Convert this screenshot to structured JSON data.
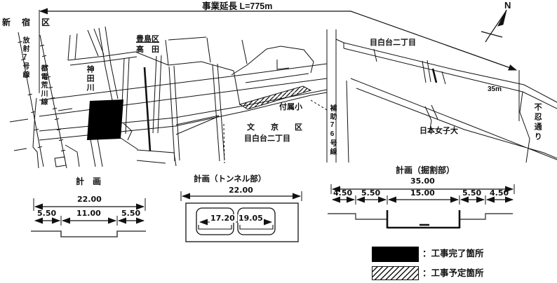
{
  "map": {
    "project_length_label": "事業延長 L=775m",
    "compass": "N",
    "labels": {
      "shinjuku_ku": "新　宿　区",
      "hosha_7_gosen": "放射7号線",
      "toden_arakawa_sen": "都電荒川線",
      "kanda_gawa": "神田川",
      "toshima_ku": "豊島区",
      "takada": "高　田",
      "fuzoku_sho": "付属小",
      "bunkyo_ku": "文　京　区",
      "mejirodai_2chome_bunkyo": "目白台二丁目",
      "hojo_76_gosen": "補助76号線",
      "mejirodai_2chome": "目白台二丁目",
      "dim_35m": "35m",
      "nihon_joshidai": "日本女子大",
      "shinobazu_dori": "不忍通り"
    }
  },
  "sections": {
    "plan": {
      "title": "計　画",
      "total": "22.00",
      "seg_left": "5.50",
      "seg_center": "11.00",
      "seg_right": "5.50"
    },
    "tunnel": {
      "title": "計画（トンネル部）",
      "total": "22.00",
      "inner_left": "17.20",
      "inner_right": "19.05"
    },
    "cut": {
      "title": "計画（掘割部）",
      "total": "35.00",
      "seg1": "4.50",
      "seg2": "5.50",
      "seg3": "15.00",
      "seg4": "5.50",
      "seg5": "4.50"
    }
  },
  "legend": {
    "completed": "：工事完了箇所",
    "planned": "：工事予定箇所"
  },
  "colors": {
    "ink": "#111111",
    "bg": "#ffffff"
  }
}
